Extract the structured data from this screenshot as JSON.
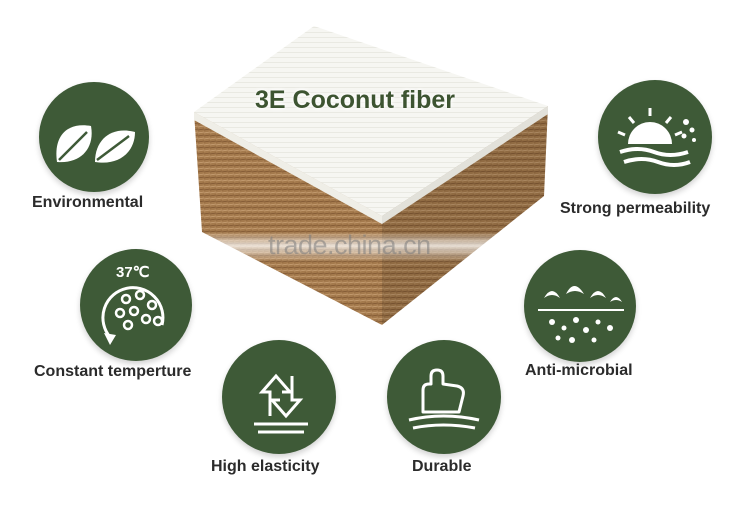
{
  "product": {
    "title": "3E Coconut fiber",
    "watermark": "trade.china.cn"
  },
  "features": [
    {
      "label": "Environmental",
      "icon": "leaves-icon"
    },
    {
      "label": "Strong permeability",
      "icon": "breathing-icon"
    },
    {
      "label": "Constant temperture",
      "icon": "thermometer-dots-icon",
      "temperature": "37℃"
    },
    {
      "label": "Anti-microbial",
      "icon": "microbe-icon"
    },
    {
      "label": "High elasticity",
      "icon": "elasticity-arrows-icon"
    },
    {
      "label": "Durable",
      "icon": "hand-press-icon"
    }
  ],
  "colors": {
    "circle": "#3e5a37",
    "coir": "#a97c4f",
    "cover": "#f7f6f1"
  }
}
